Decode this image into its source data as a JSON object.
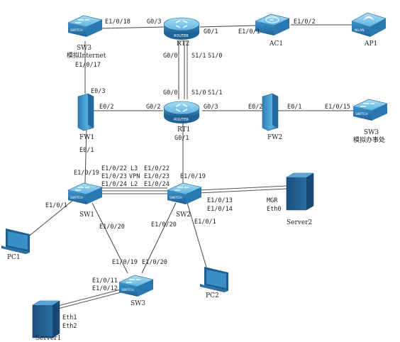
{
  "devices": {
    "sw3_top": {
      "label": "SW3",
      "sub": "模拟Internet",
      "text": "SWITCH"
    },
    "r2": {
      "label": "RT2",
      "text": "ROUTER"
    },
    "ac1": {
      "label": "AC1",
      "text": "AC"
    },
    "ap1": {
      "label": "AP1",
      "text": "WLAN"
    },
    "fw1": {
      "label": "FW1"
    },
    "rt1": {
      "label": "RT1",
      "text": "ROUTER"
    },
    "fw2": {
      "label": "FW2"
    },
    "sw3_right": {
      "label": "SW3",
      "sub": "模拟办事处",
      "text": "SWITCH"
    },
    "sw1": {
      "label": "SW1",
      "text": "SWITCH"
    },
    "sw2": {
      "label": "SW2",
      "text": "SWITCH"
    },
    "server2": {
      "label": "Server2"
    },
    "pc1": {
      "label": "PC1"
    },
    "pc2": {
      "label": "PC2"
    },
    "sw3_bottom": {
      "label": "SW3",
      "text": "SWITCH"
    },
    "server1": {
      "label": "Server1"
    }
  },
  "ports": {
    "sw3top_e1018": "E1/0/18",
    "rt2_g03": "G0/3",
    "rt2_g01": "G0/1",
    "ac1_e101": "E1/0/1",
    "ac1_e102": "E1/0/2",
    "sw3top_e1017": "E1/0/17",
    "rt2_g00": "G0/0",
    "rt2_s11": "S1/1",
    "rt2_s10": "S1/0",
    "fw1_e03": "E0/3",
    "fw1_e02": "E0/2",
    "rt1_g02": "G0/2",
    "rt1_g00": "G0/0",
    "rt1_s10": "S1/0",
    "rt1_s11": "S1/1",
    "rt1_g03": "G0/3",
    "fw2_e02": "E0/2",
    "fw2_e01": "E0/1",
    "sw3r_e1015": "E1/0/15",
    "fw1_e01": "E0/1",
    "rt1_g01": "G0/1",
    "sw1_e1019": "E1/0/19",
    "sw1_e1022": "E1/0/22",
    "sw1_e1023": "E1/0/23",
    "sw1_e1024": "E1/0/24",
    "tag_l3": "L3",
    "tag_vpn": "VPN",
    "tag_l2": "L2",
    "sw2_e1022": "E1/0/22",
    "sw2_e1023": "E1/0/23",
    "sw2_e1024": "E1/0/24",
    "sw2_e1019": "E1/0/19",
    "sw2_e1013": "E1/0/13",
    "sw2_e1014": "E1/0/14",
    "srv2_mgr": "MGR",
    "srv2_eth0": "Eth0",
    "sw1_e101": "E1/0/1",
    "sw1_e1020": "E1/0/20",
    "sw2_e1020": "E1/0/20",
    "sw2_e101": "E1/0/1",
    "sw3b_e1019": "E1/0/19",
    "sw3b_e1020": "E1/0/20",
    "sw3b_e1011": "E1/0/11",
    "sw3b_e1012": "E1/0/12",
    "srv1_eth1": "Eth1",
    "srv1_eth2": "Eth2"
  },
  "colors": {
    "device_blue": "#3a8fc8",
    "device_light": "#8fd0f0",
    "device_dark": "#1f5f8f",
    "link": "#444444"
  }
}
